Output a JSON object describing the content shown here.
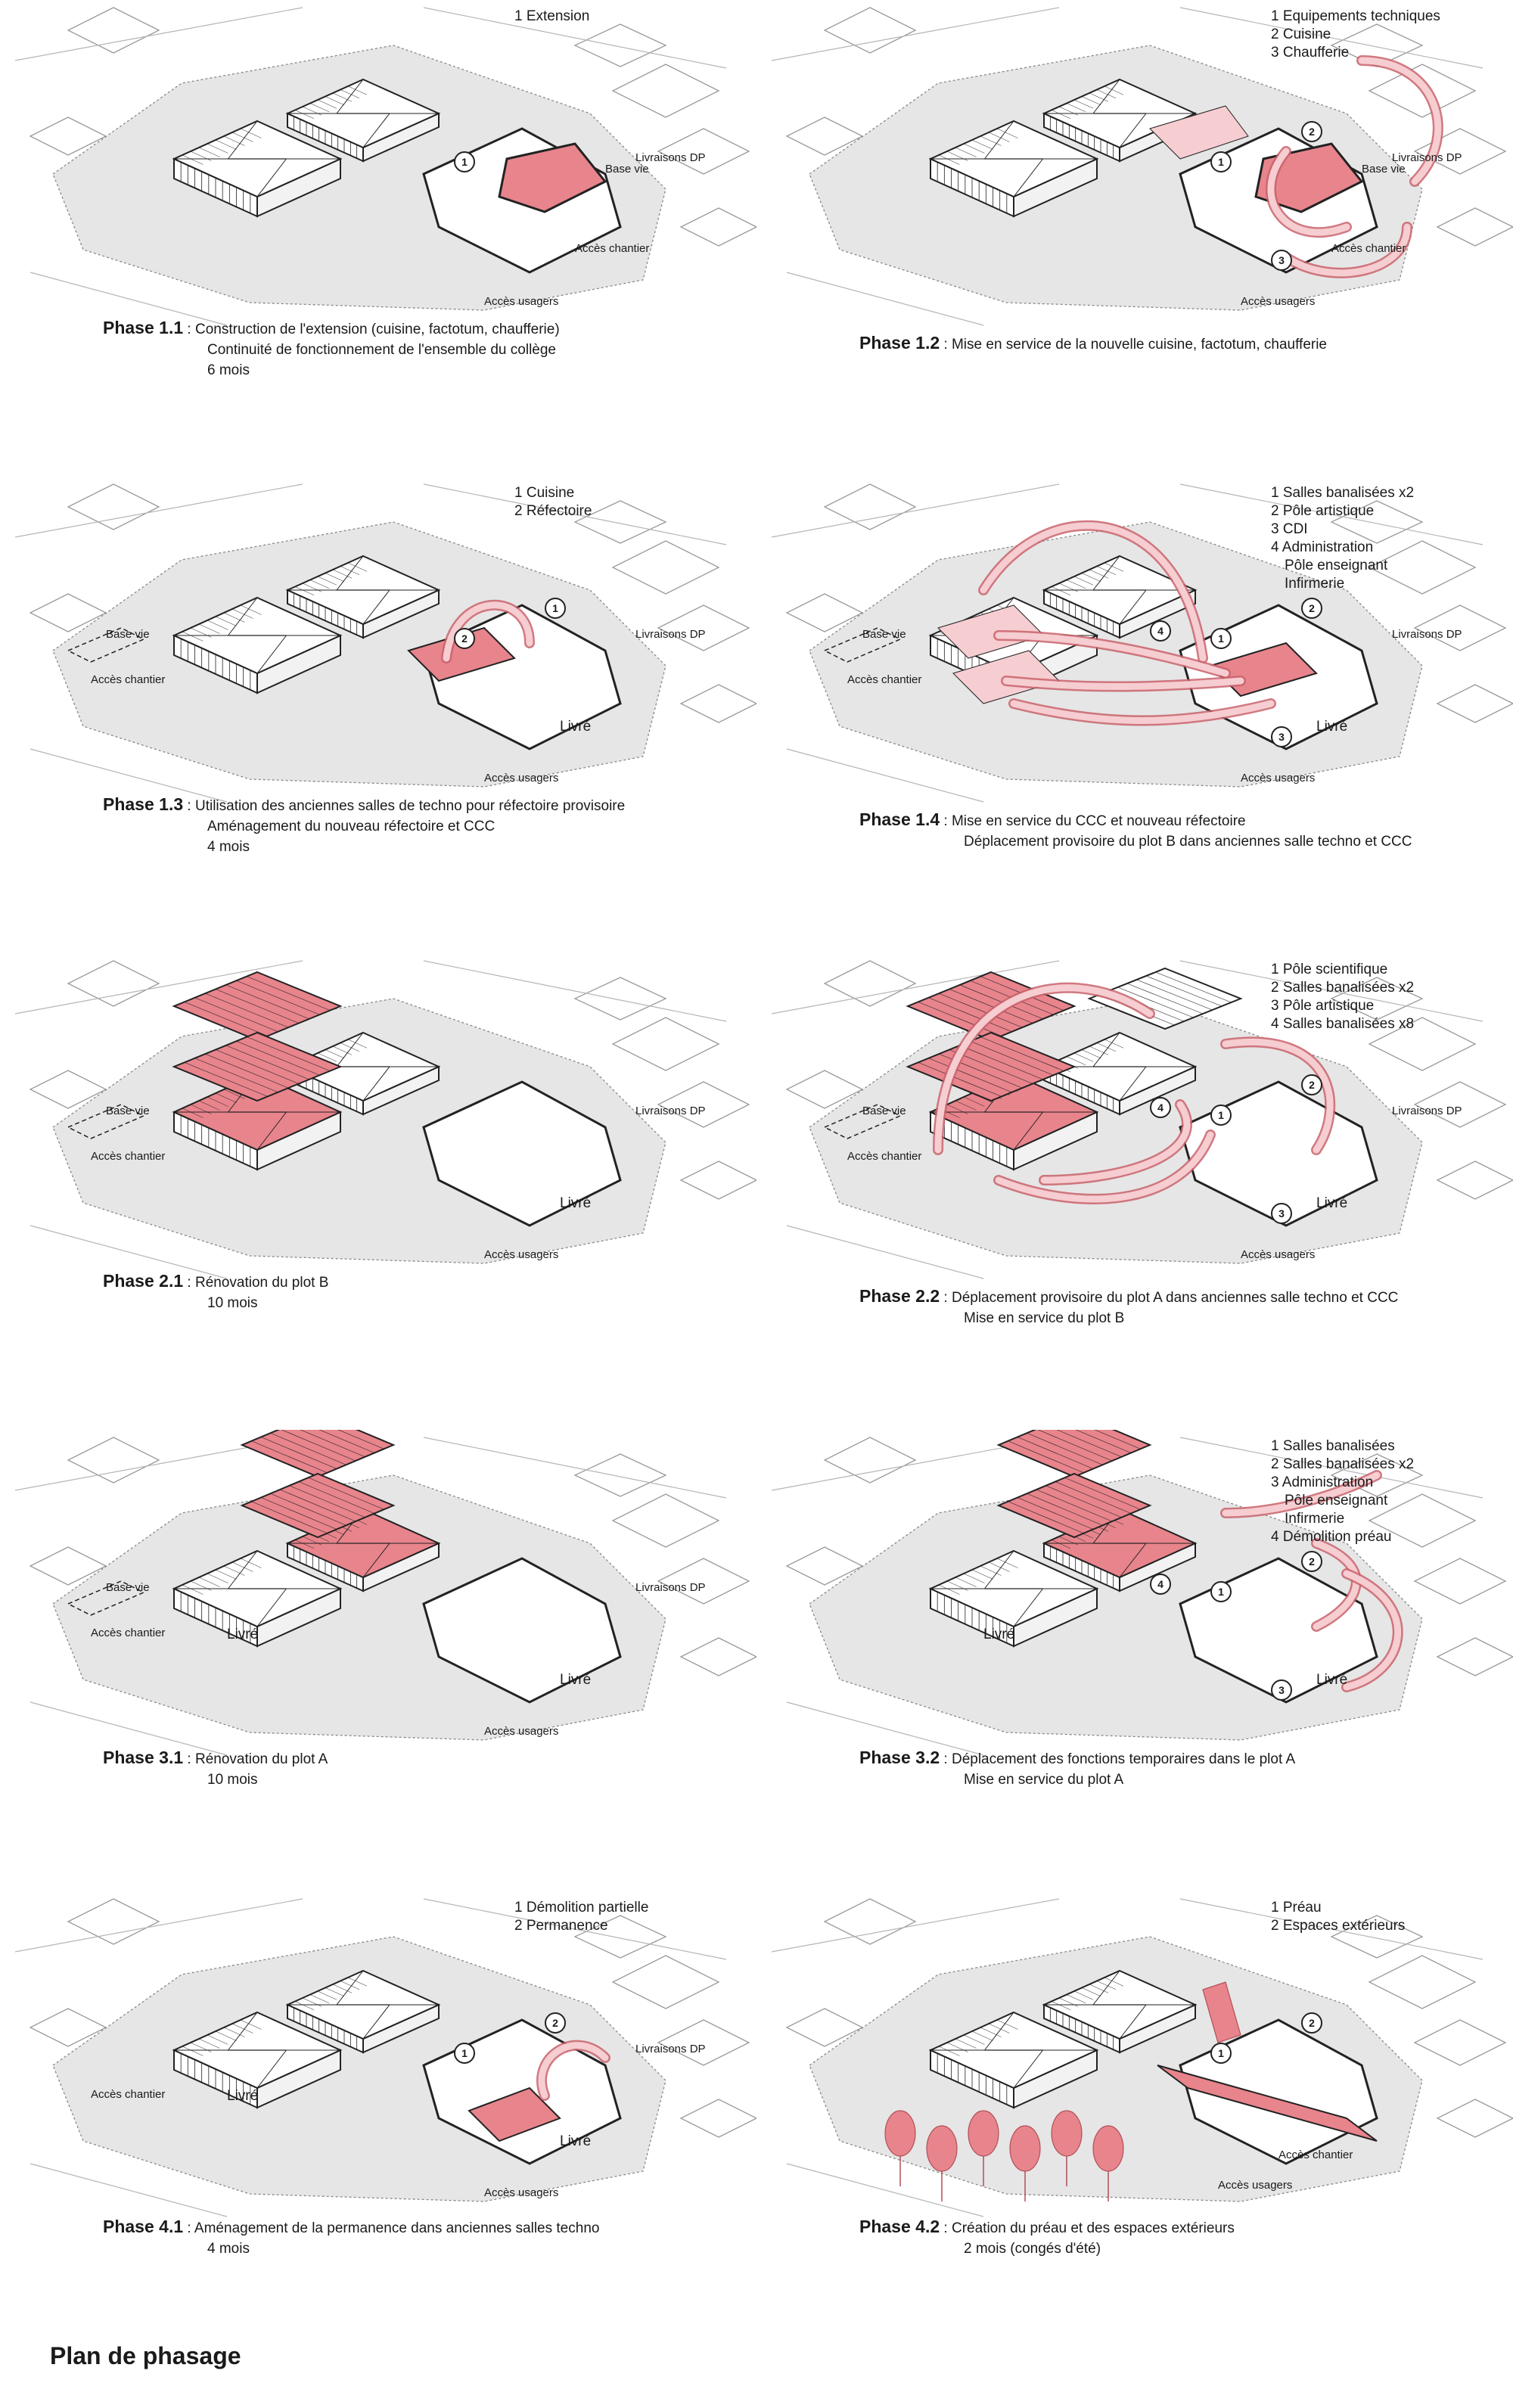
{
  "colors": {
    "accent": "#e8848c",
    "accent_light": "#f6cdd1",
    "outline": "#222222",
    "site": "#e6e6e6"
  },
  "title": "Plan de phasage",
  "panels": [
    {
      "id": "p11",
      "phase": "Phase 1.1",
      "lines": [
        ": Construction de l'extension (cuisine, factotum, chaufferie)",
        "Continuité de fonctionnement de l'ensemble du collège",
        "6 mois"
      ],
      "legend": [
        "1 Extension"
      ],
      "labels": {
        "livraisons": "Livraisons DP",
        "base": "Base vie",
        "chantier": "Accès chantier",
        "usagers": "Accès usagers"
      },
      "badges": [
        "1"
      ]
    },
    {
      "id": "p12",
      "phase": "Phase 1.2",
      "lines": [
        ": Mise en service de la nouvelle cuisine, factotum, chaufferie"
      ],
      "legend": [
        "1 Equipements techniques",
        "2 Cuisine",
        "3 Chaufferie"
      ],
      "labels": {
        "livraisons": "Livraisons DP",
        "base": "Base vie",
        "chantier": "Accès chantier",
        "usagers": "Accès usagers"
      },
      "badges": [
        "1",
        "2",
        "3"
      ]
    },
    {
      "id": "p13",
      "phase": "Phase 1.3",
      "lines": [
        ": Utilisation des anciennes salles de techno pour réfectoire provisoire",
        "Aménagement du nouveau réfectoire et CCC",
        "4 mois"
      ],
      "legend": [
        "1 Cuisine",
        "2 Réfectoire"
      ],
      "labels": {
        "livre": "Livré",
        "livraisons": "Livraisons DP",
        "base": "Base vie",
        "chantier": "Accès chantier",
        "usagers": "Accès usagers"
      },
      "badges": [
        "2",
        "1"
      ]
    },
    {
      "id": "p14",
      "phase": "Phase 1.4",
      "lines": [
        ": Mise en service du CCC et nouveau réfectoire",
        "Déplacement provisoire du plot B dans anciennes salle techno et CCC"
      ],
      "legend": [
        "1 Salles banalisées x2",
        "2 Pôle artistique",
        "3 CDI",
        "4 Administration",
        "Pôle enseignant",
        "Infirmerie"
      ],
      "labels": {
        "livre": "Livré",
        "livraisons": "Livraisons DP",
        "base": "Base vie",
        "chantier": "Accès chantier",
        "usagers": "Accès usagers"
      },
      "badges": [
        "1",
        "2",
        "3",
        "4"
      ]
    },
    {
      "id": "p21",
      "phase": "Phase 2.1",
      "lines": [
        ": Rénovation du plot B",
        "10 mois"
      ],
      "legend": [],
      "labels": {
        "livre": "Livré",
        "livraisons": "Livraisons DP",
        "base": "Base vie",
        "chantier": "Accès chantier",
        "usagers": "Accès usagers"
      },
      "badges": []
    },
    {
      "id": "p22",
      "phase": "Phase 2.2",
      "lines": [
        ": Déplacement provisoire du plot A dans anciennes salle techno et CCC",
        "Mise en service du plot B"
      ],
      "legend": [
        "1 Pôle scientifique",
        "2 Salles banalisées x2",
        "3 Pôle artistique",
        "4 Salles banalisées x8"
      ],
      "labels": {
        "livre": "Livré",
        "livraisons": "Livraisons DP",
        "base": "Base vie",
        "chantier": "Accès chantier",
        "usagers": "Accès usagers"
      },
      "badges": [
        "1",
        "2",
        "3",
        "4"
      ]
    },
    {
      "id": "p31",
      "phase": "Phase 3.1",
      "lines": [
        ": Rénovation du plot A",
        "10 mois"
      ],
      "legend": [],
      "labels": {
        "livre": "Livré",
        "livre2": "Livré",
        "livraisons": "Livraisons DP",
        "base": "Base vie",
        "chantier": "Accès chantier",
        "usagers": "Accès usagers"
      },
      "badges": []
    },
    {
      "id": "p32",
      "phase": "Phase 3.2",
      "lines": [
        ": Déplacement des fonctions temporaires dans le plot A",
        "Mise en service du plot A"
      ],
      "legend": [
        "1 Salles banalisées",
        "2 Salles banalisées x2",
        "3 Administration",
        "Pôle enseignant",
        "Infirmerie",
        "4 Démolition préau"
      ],
      "labels": {
        "livre": "Livré",
        "livre2": "Livré"
      },
      "badges": [
        "1",
        "2",
        "3",
        "4"
      ]
    },
    {
      "id": "p41",
      "phase": "Phase 4.1",
      "lines": [
        ": Aménagement de la permanence dans anciennes salles techno",
        "4 mois"
      ],
      "legend": [
        "1 Démolition partielle",
        "2 Permanence"
      ],
      "labels": {
        "livre": "Livré",
        "livre2": "Livré",
        "livraisons": "Livraisons DP",
        "chantier": "Accès chantier",
        "usagers": "Accès usagers"
      },
      "badges": [
        "1",
        "2"
      ]
    },
    {
      "id": "p42",
      "phase": "Phase 4.2",
      "lines": [
        ": Création du préau et des espaces extérieurs",
        "2 mois (congés d'été)"
      ],
      "legend": [
        "1 Préau",
        "2 Espaces extérieurs"
      ],
      "labels": {
        "chantier": "Accès chantier",
        "usagers": "Accès usagers"
      },
      "badges": [
        "1",
        "2"
      ]
    }
  ]
}
